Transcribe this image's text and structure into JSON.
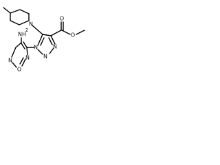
{
  "structure": {
    "labels": {
      "nh2_N": "N",
      "nh2_H": "H",
      "nh2_sub2": "2",
      "piperidine_N": "N",
      "ring_N_top": "N",
      "ring_N_left": "N",
      "ring_N_right": "N",
      "oxadiazole_N_left": "N",
      "oxadiazole_N_right": "N",
      "oxadiazole_O": "O",
      "ester_O_carbonyl": "O",
      "ester_O_ether": "O"
    },
    "colors": {
      "bond": "#000000",
      "text": "#000000",
      "background": "#ffffff"
    }
  }
}
